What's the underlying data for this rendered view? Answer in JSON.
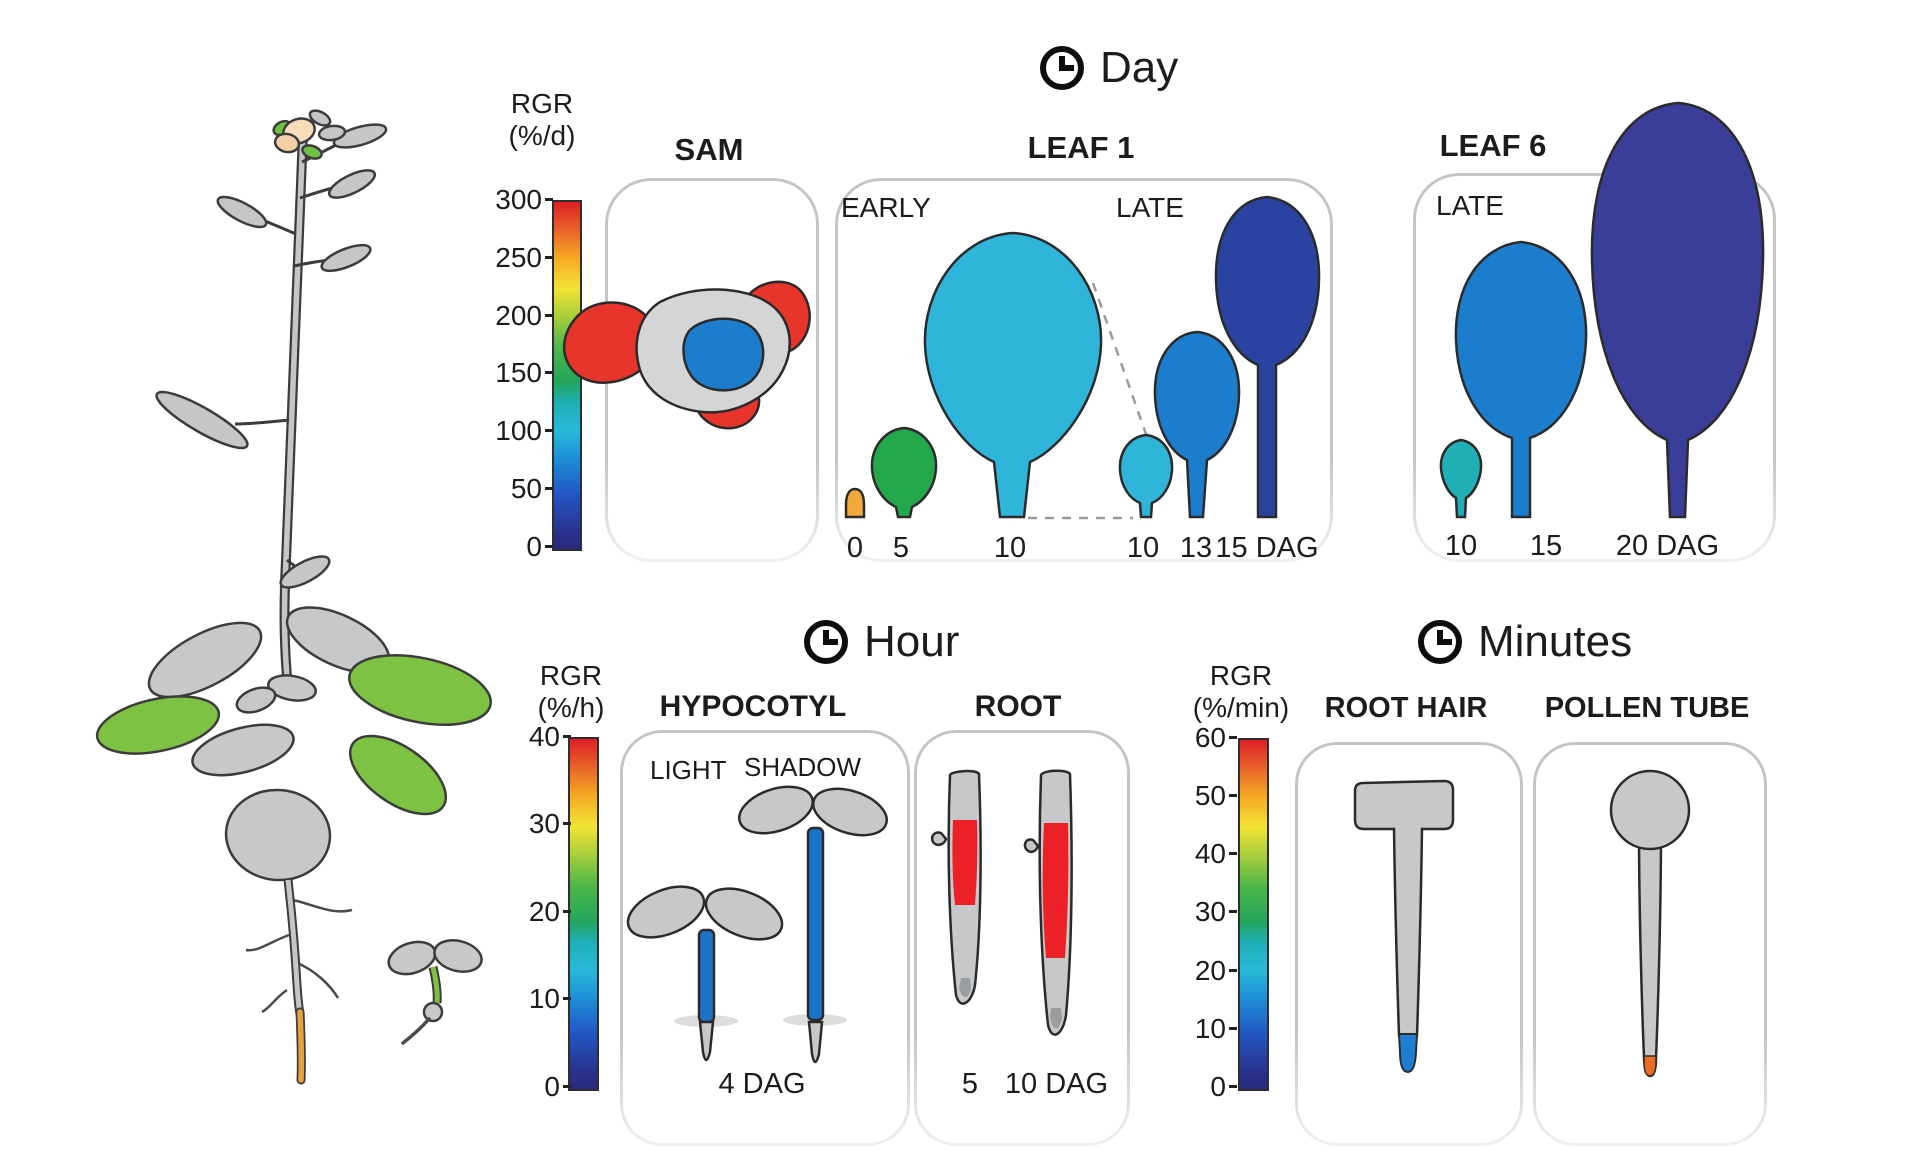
{
  "figure": {
    "day": {
      "title": "Day",
      "colorbar": {
        "label": "RGR",
        "unit": "(%/d)",
        "ticks": [
          "300",
          "250",
          "200",
          "150",
          "100",
          "50",
          "0"
        ]
      },
      "sam": {
        "title": "SAM"
      },
      "leaf1": {
        "title": "LEAF 1",
        "early": "EARLY",
        "late": "LATE",
        "x_labels": [
          "0",
          "5",
          "10",
          "10",
          "13",
          "15 DAG"
        ]
      },
      "leaf6": {
        "title": "LEAF 6",
        "late": "LATE",
        "x_labels": [
          "10",
          "15",
          "20 DAG"
        ]
      }
    },
    "hour": {
      "title": "Hour",
      "colorbar": {
        "label": "RGR",
        "unit": "(%/h)",
        "ticks": [
          "40",
          "30",
          "20",
          "10",
          "0"
        ]
      },
      "hypocotyl": {
        "title": "HYPOCOTYL",
        "light": "LIGHT",
        "shadow": "SHADOW",
        "x_label": "4 DAG"
      },
      "root": {
        "title": "ROOT",
        "x_labels": [
          "5",
          "10 DAG"
        ]
      }
    },
    "minutes": {
      "title": "Minutes",
      "colorbar": {
        "label": "RGR",
        "unit": "(%/min)",
        "ticks": [
          "60",
          "50",
          "40",
          "30",
          "20",
          "10",
          "0"
        ]
      },
      "root_hair": {
        "title": "ROOT HAIR"
      },
      "pollen_tube": {
        "title": "POLLEN TUBE"
      }
    },
    "colors": {
      "scale_top_red": "#de1f26",
      "scale_bottom_navy": "#2a2f88",
      "cyan_leaf": "#2fb5d9",
      "green_leaf": "#23a84c",
      "orange_bud": "#f2a93b",
      "blue_leaf": "#1c7dcc",
      "navy_leaf_15": "#2a43a0",
      "navy_leaf_20": "#3b3e99",
      "teal_leaf": "#1fafb5",
      "hypocotyl_blue": "#1b74c8",
      "root_elongation_red": "#ec2027",
      "root_hair_tip_blue": "#1e7fd2",
      "pollen_tube_tip_orange": "#e96e21",
      "rosette_green": "#7dc242",
      "root_tip_orange": "#e8a23c",
      "organ_gray": "#c6c8ca"
    }
  }
}
